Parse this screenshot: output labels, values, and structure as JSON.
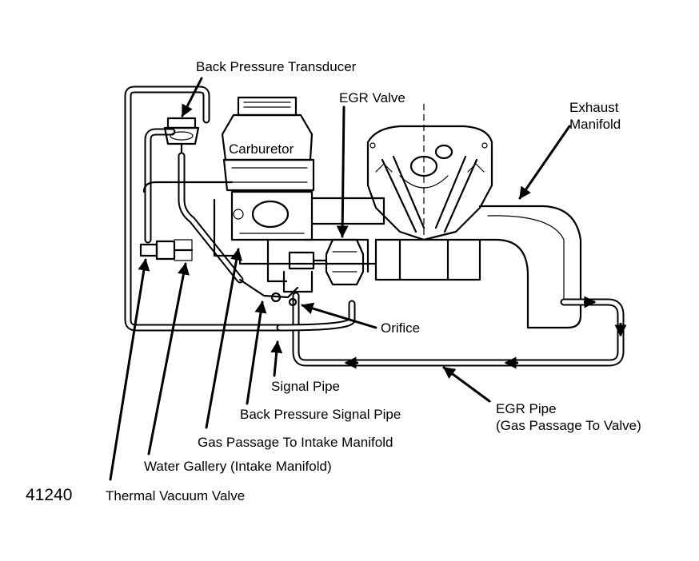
{
  "diagram": {
    "figure_number": "41240",
    "labels": {
      "back_pressure_transducer": "Back Pressure Transducer",
      "egr_valve": "EGR Valve",
      "exhaust_manifold_line1": "Exhaust",
      "exhaust_manifold_line2": "Manifold",
      "carburetor": "Carburetor",
      "orifice": "Orifice",
      "signal_pipe": "Signal Pipe",
      "back_pressure_signal_pipe": "Back Pressure Signal Pipe",
      "gas_passage_intake": "Gas Passage To Intake Manifold",
      "water_gallery": "Water Gallery (Intake Manifold)",
      "thermal_vacuum_valve": "Thermal Vacuum Valve",
      "egr_pipe_line1": "EGR Pipe",
      "egr_pipe_line2": "(Gas Passage To Valve)"
    }
  }
}
